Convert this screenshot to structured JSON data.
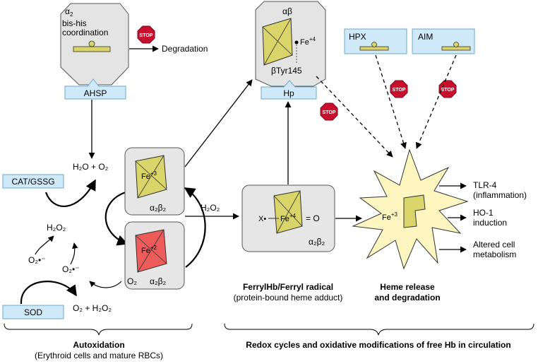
{
  "labels": {
    "alpha2": "α",
    "alpha2_sub": "2",
    "bishis_1": "bis-his",
    "bishis_2": "coordination",
    "ahsp": "AHSP",
    "degradation": "Degradation",
    "alphabeta": "αβ",
    "fe4_top": "Fe",
    "fe4_top_sup": "+4",
    "btyr": "βTyr145",
    "hp": "Hp",
    "hpx": "HPX",
    "aim": "AIM",
    "stop": "STOP",
    "cat_gssg": "CAT/GSSG",
    "sod": "SOD",
    "h2o_o2": "H₂O + O₂",
    "h2o2_left": "H₂O₂",
    "o2rad_left": "O₂•⁻",
    "o2rad_mid": "O₂•⁻",
    "o2_h2o2": "O₂ + H₂O₂",
    "fe3_box": "Fe",
    "fe3_box_sup": "+3",
    "a2b2_top": "α₂β₂",
    "fe2_box": "Fe",
    "fe2_box_sup": "+2",
    "o2_in_box": "O₂",
    "a2b2_bottom": "α₂β₂",
    "h2o2_mid": "H₂O₂",
    "x_radical": "X•",
    "fe4_mid": "Fe",
    "fe4_mid_sup": "+4",
    "oxo": "= O",
    "a2b2_ferryl": "α₂β₂",
    "fe3_star": "Fe",
    "fe3_star_sup": "+3",
    "tlr4_1": "TLR-4",
    "tlr4_2": "(inflammation)",
    "ho1_1": "HO-1",
    "ho1_2": "induction",
    "altered_1": "Altered cell",
    "altered_2": "metabolism",
    "ferryl_title": "FerrylHb/Ferryl radical",
    "ferryl_sub": "(protein-bound heme adduct)",
    "heme_1": "Heme release",
    "heme_2": "and degradation",
    "autox_title": "Autoxidation",
    "autox_sub": "(Erythroid cells and mature RBCs)",
    "redox": "Redox cycles and oxidative modifications of free Hb in circulation"
  },
  "colors": {
    "octagon": "#e4e4e4",
    "box_fill": "#e6e6e6",
    "label_box": "#cfe9f8",
    "heme_yellow": "#d9d56a",
    "heme_red": "#ee5b5b",
    "star": "#fdf6c0",
    "stop_red": "#c8102e"
  }
}
